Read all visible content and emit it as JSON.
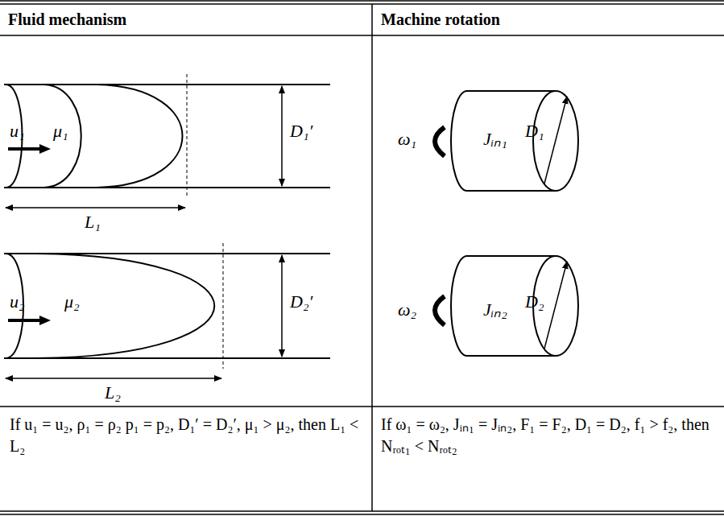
{
  "diagram": {
    "labels": [
      "Fluid mechanism",
      "Machine rotation",
      "u₁",
      "μ₁",
      "D₁′",
      "L₁",
      "ω₁",
      "Jᵢₙ₁",
      "D₁",
      "u₂",
      "μ₂",
      "D₂′",
      "L₂",
      "ω₂",
      "Jᵢₙ₂",
      "D₂",
      "If u₁ = u₂, ρ₁ = ρ₂ p₁ = p₂, D₁′ = D₂′, μ₁ > μ₂, then L₁ < L₂",
      "If ω₁ = ω₂, Jᵢₙ₁ = Jᵢₙ₂, F₁ = F₂, D₁ = D₂, f₁ > f₂, then Nᵣₒₜ₁ < Nᵣₒₜ₂"
    ]
  }
}
